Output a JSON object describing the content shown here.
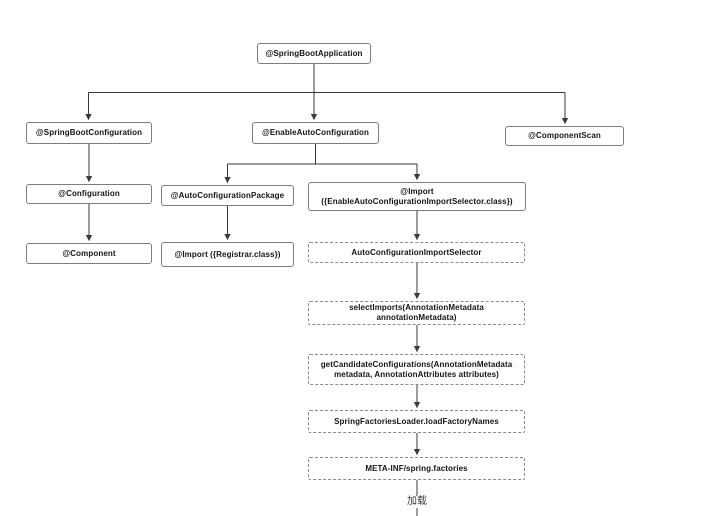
{
  "diagram": {
    "nodes": [
      {
        "id": "spring-boot-application",
        "label": "@SpringBootApplication"
      },
      {
        "id": "spring-boot-configuration",
        "label": "@SpringBootConfiguration"
      },
      {
        "id": "enable-auto-configuration",
        "label": "@EnableAutoConfiguration"
      },
      {
        "id": "component-scan",
        "label": "@ComponentScan"
      },
      {
        "id": "configuration",
        "label": "@Configuration"
      },
      {
        "id": "auto-configuration-package",
        "label": "@AutoConfigurationPackage"
      },
      {
        "id": "import-enable-auto-configuration-import-selector",
        "label": "@Import ({EnableAutoConfigurationImportSelector.class})"
      },
      {
        "id": "component",
        "label": "@Component"
      },
      {
        "id": "import-registrar",
        "label": "@Import ({Registrar.class})"
      },
      {
        "id": "auto-configuration-import-selector",
        "label": "AutoConfigurationImportSelector"
      },
      {
        "id": "select-imports",
        "label": "selectImports(AnnotationMetadata annotationMetadata)"
      },
      {
        "id": "get-candidate-configurations",
        "label": "getCandidateConfigurations(AnnotationMetadata metadata, AnnotationAttributes attributes)"
      },
      {
        "id": "spring-factories-loader",
        "label": "SpringFactoriesLoader.loadFactoryNames"
      },
      {
        "id": "meta-inf-spring-factories",
        "label": "META-INF/spring.factories"
      }
    ],
    "load_label": "加载",
    "colors": {
      "background": "#ffffff",
      "box_border": "#7d7d7d",
      "dashed_border": "#8a8a8a",
      "line": "#3a3a3a",
      "text": "#141414"
    }
  }
}
